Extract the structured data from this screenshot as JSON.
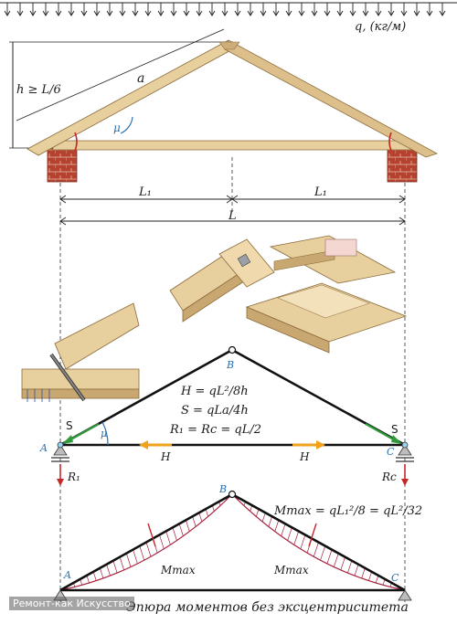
{
  "load_label": "q, (кг/м)",
  "height_label": "h ≥ L/6",
  "rafter_label": "a",
  "angle_label": "μ",
  "half_span_left": "L₁",
  "half_span_right": "L₁",
  "span_label": "L",
  "node_labels": {
    "a": "A",
    "b": "B",
    "c": "C"
  },
  "force_labels": {
    "s_left": "S",
    "s_right": "S",
    "h_left": "H",
    "h_right": "H",
    "ra": "R₁",
    "rc": "Rc"
  },
  "formulas": {
    "h": "H = qL²/8h",
    "s": "S = qLa/4h",
    "r": "R₁ = Rc = qL/2",
    "mmax": "Mmax = qL₁²/8 = qL²/32"
  },
  "moment_labels": {
    "left": "Mmax",
    "right": "Mmax"
  },
  "caption": "Эпюра моментов без эксцентриситета",
  "watermark": "Ремонт-как Искусство",
  "colors": {
    "wood": "#e8cf9e",
    "wood_dark": "#b9925a",
    "brick": "#b5412e",
    "green": "#2f9a3a",
    "orange": "#f0a21c",
    "red": "#c62828",
    "hatch": "#a51d3a"
  }
}
